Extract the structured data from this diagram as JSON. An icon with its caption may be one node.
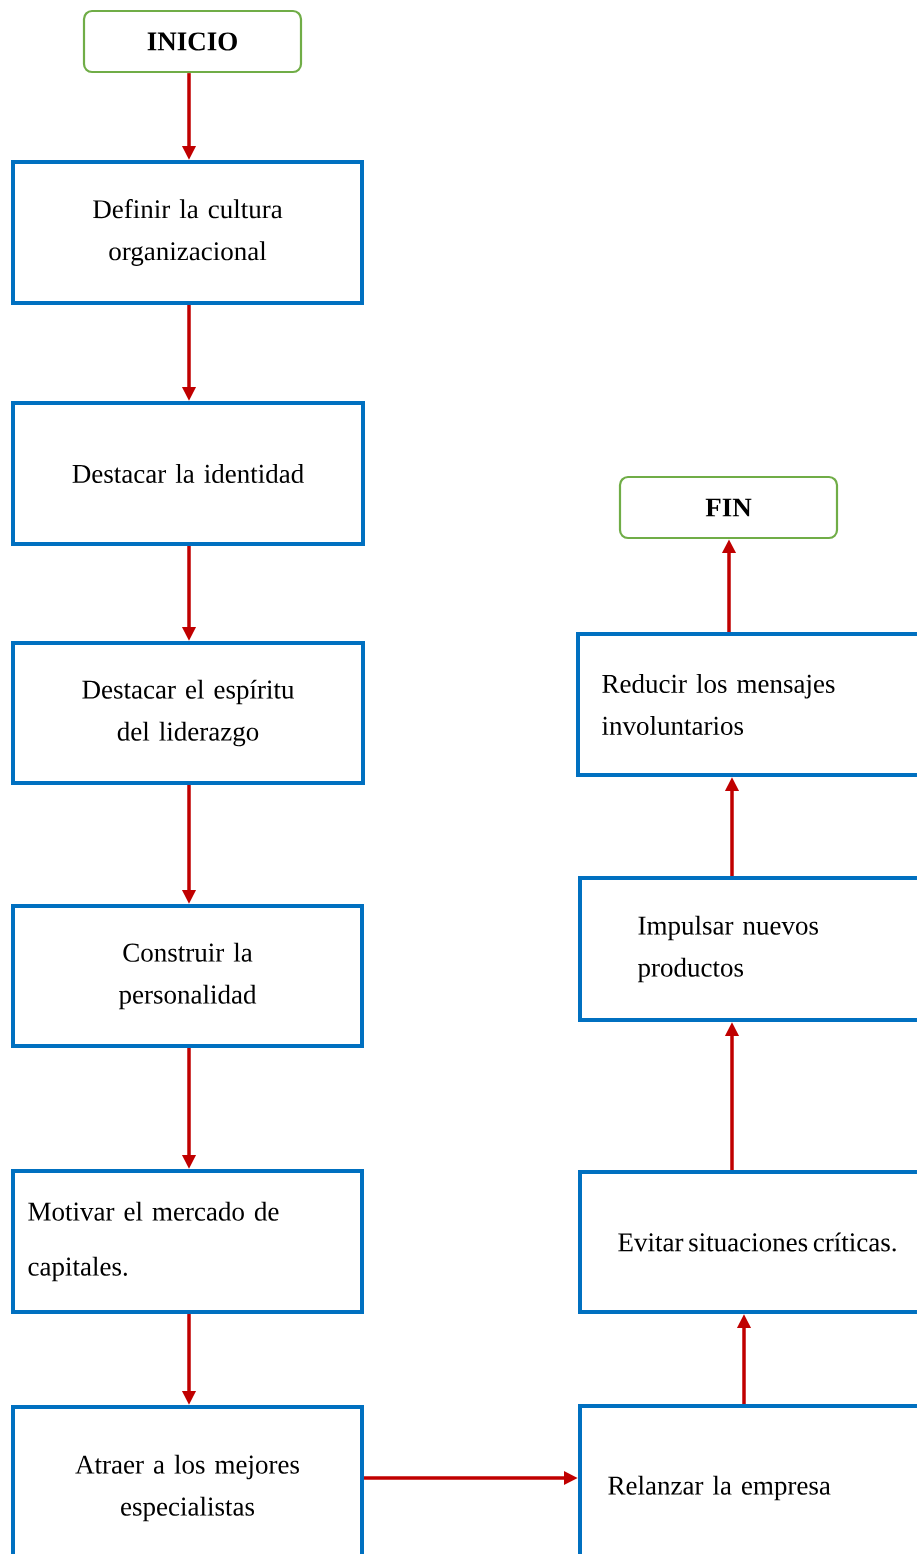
{
  "diagram": {
    "nodes": [
      {
        "text": [
          "INICIO"
        ]
      },
      {
        "text": [
          "Definir la cultura organizacional"
        ]
      },
      {
        "text": [
          "Destacar la identidad"
        ]
      },
      {
        "text": [
          "Destacar el espíritu del liderazgo"
        ]
      },
      {
        "text": [
          "Construir la personalidad"
        ]
      },
      {
        "text": [
          "Motivar el mercado de capitales."
        ]
      },
      {
        "text": [
          "Atraer a los mejores especialistas"
        ]
      },
      {
        "text": [
          "Relanzar la empresa"
        ]
      },
      {
        "text": [
          "Evitar situaciones críticas."
        ]
      },
      {
        "text": [
          "Impulsar nuevos productos"
        ]
      },
      {
        "text": [
          "Reducir los mensajes involuntarios"
        ]
      },
      {
        "text": [
          "FIN"
        ]
      }
    ],
    "edges": [
      {
        "from": 0,
        "to": 1,
        "arrow": "to"
      },
      {
        "from": 1,
        "to": 2,
        "arrow": "to"
      },
      {
        "from": 2,
        "to": 3,
        "arrow": "to"
      },
      {
        "from": 3,
        "to": 4,
        "arrow": "to"
      },
      {
        "from": 4,
        "to": 5,
        "arrow": "to"
      },
      {
        "from": 5,
        "to": 6,
        "arrow": "to"
      },
      {
        "from": 6,
        "to": 7,
        "arrow": "to"
      },
      {
        "from": 7,
        "to": 8,
        "arrow": "to"
      },
      {
        "from": 8,
        "to": 9,
        "arrow": "to"
      },
      {
        "from": 9,
        "to": 10,
        "arrow": "to"
      },
      {
        "from": 10,
        "to": 11,
        "arrow": "to"
      }
    ]
  }
}
